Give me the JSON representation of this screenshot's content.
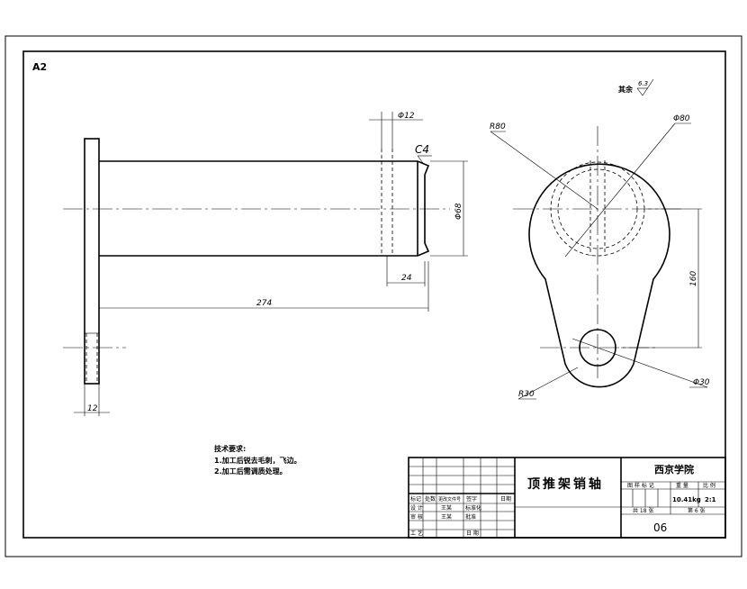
{
  "sheet": {
    "size_label": "A2"
  },
  "roughness": {
    "label": "其余",
    "value": "6.3"
  },
  "dims": {
    "phi12": "Φ12",
    "c4": "C4",
    "phi68": "Φ68",
    "d24": "24",
    "d274": "274",
    "d12": "12",
    "r80": "R80",
    "phi80": "Φ80",
    "d160": "160",
    "r30": "R30",
    "phi30": "Φ30"
  },
  "notes": {
    "heading": "技术要求:",
    "items": [
      "1.加工后锐去毛刺，飞边。",
      "2.加工后需调质处理。"
    ]
  },
  "title_block": {
    "part_name": "顶推架销轴",
    "school": "西京学院",
    "revision_headers": [
      "标记",
      "处数",
      "更改文件号",
      "签字",
      "日期"
    ],
    "roles": [
      "设 计",
      "审 核",
      "工 艺"
    ],
    "names": [
      "王某",
      "王某"
    ],
    "std_label": "标准化",
    "approve_label": "批准",
    "date_label": "日 期",
    "stage_header": "图 样 标 记",
    "weight_header": "重 量",
    "scale_header": "比 例",
    "weight": "10.41kg",
    "scale": "2:1",
    "total_sheets": "共 18 张",
    "sheet_no": "第 6 张",
    "drawing_no": "06"
  }
}
